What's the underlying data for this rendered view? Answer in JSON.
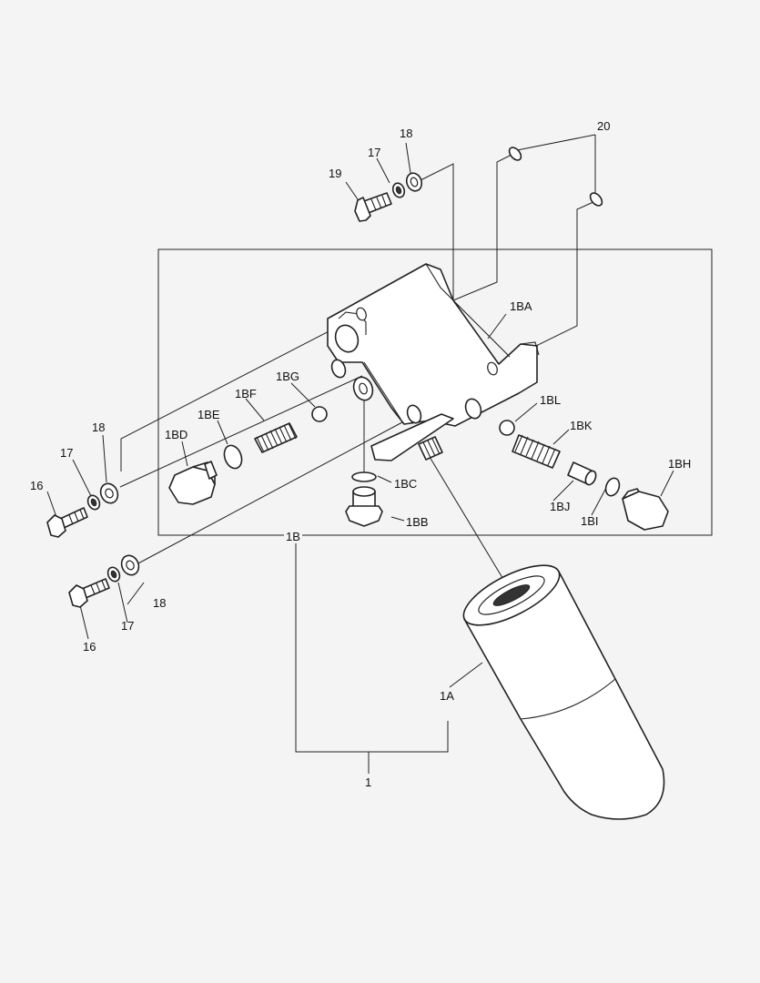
{
  "labels": {
    "l20": "20",
    "l18_top": "18",
    "l17_top": "17",
    "l19": "19",
    "l1BA": "1BA",
    "l1BG": "1BG",
    "l1BF": "1BF",
    "l1BE": "1BE",
    "l1BD": "1BD",
    "l18_left": "18",
    "l17_left": "17",
    "l16_left": "16",
    "l1BL": "1BL",
    "l1BK": "1BK",
    "l1BH": "1BH",
    "l1BC": "1BC",
    "l1BJ": "1BJ",
    "l1BI": "1BI",
    "l1BB": "1BB",
    "l1B": "1B",
    "l18_bottom": "18",
    "l17_bottom": "17",
    "l16_bottom": "16",
    "l1A": "1A",
    "l1": "1"
  }
}
